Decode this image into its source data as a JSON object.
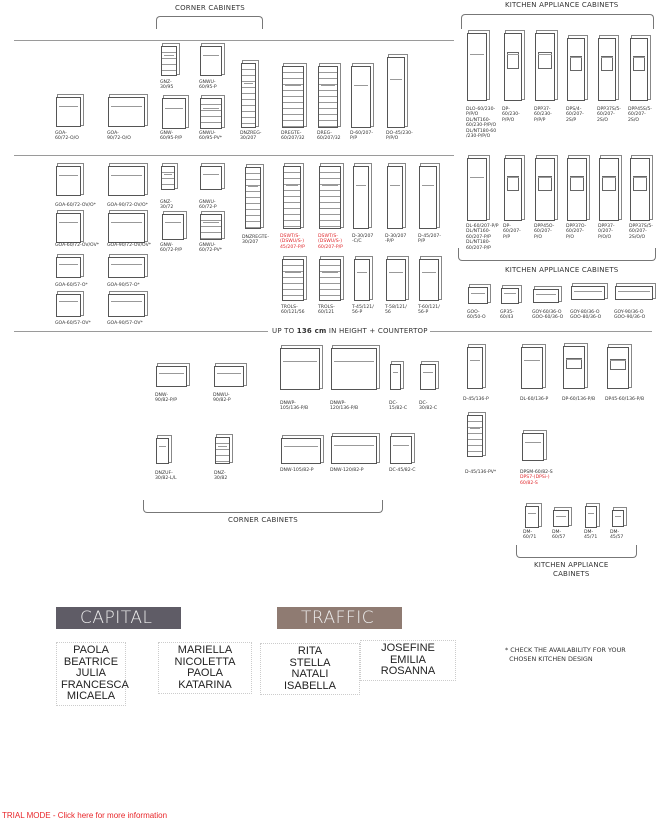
{
  "headings": {
    "corner_top": "CORNER CABINETS",
    "kitchen_top": "KITCHEN APPLIANCE CABINETS",
    "kitchen_mid": "KITCHEN APPLIANCE CABINETS",
    "height_prefix": "UP TO ",
    "height_bold": "136 cm",
    "height_suffix": " IN HEIGHT + COUNTERTOP",
    "corner_bottom": "CORNER CABINETS",
    "kitchen_bottom": "KITCHEN APPLIANCE\nCABINETS"
  },
  "items": [
    {
      "label": "GOA-\n60/72-O/O"
    },
    {
      "label": "GOA-\n90/72-O/O"
    },
    {
      "label": "GNZ-\n30/95"
    },
    {
      "label": "GNWU-\n60/95-P"
    },
    {
      "label": "GNW-\n60/95-P/P"
    },
    {
      "label": "GNWU-\n60/95-PV*"
    },
    {
      "label": "DNZREG-\n30/207"
    },
    {
      "label": "DREGTE-\n60/207/32"
    },
    {
      "label": "DREG-\n60/207/32"
    },
    {
      "label": "D-60/207-\nP/P"
    },
    {
      "label": "DO-45/230-\nP/P/O"
    },
    {
      "label": "DLO-60/230-\nP/P/O\nDL/NT160-\n60/230-P/P/O\nDL/NT180-60\n/230-P/P/O"
    },
    {
      "label": "DP-\n60/230-\nP/P/O"
    },
    {
      "label": "DPP37-\n60/230-\nP/P/P"
    },
    {
      "label": "DPS/4-\n60/207-\n2S/P"
    },
    {
      "label": "DPP37S/5-\n60/207-\n2S/O"
    },
    {
      "label": "DPP45S/5-\n60/207-\n2S/O"
    },
    {
      "label": "GOA-60/72-OV/O*"
    },
    {
      "label": "GOA-90/72-OV/O*"
    },
    {
      "label": "GNZ-\n30/72"
    },
    {
      "label": "GNWU-\n60/72-P"
    },
    {
      "label": "GOA-60/72-OV/OV*"
    },
    {
      "label": "GOA-90/72-OV/OV*"
    },
    {
      "label": "GNW-\n60/72-P/P"
    },
    {
      "label": "GNWU-\n60/72-PV*"
    },
    {
      "label": "DNZREGTE-\n30/207"
    },
    {
      "label": "DSWT/S-\n(DSWU/S-)\n45/207-P/P",
      "red": true
    },
    {
      "label": "DSWT/S-\n(DSWU/S-)\n60/207-P/P",
      "red": true
    },
    {
      "label": "D-30/207\n-C/C"
    },
    {
      "label": "D-30/207\n-P/P"
    },
    {
      "label": "D-45/207-\nP/P"
    },
    {
      "label": "GOA-60/57-O*"
    },
    {
      "label": "GOA-90/57-O*"
    },
    {
      "label": "GOA-60/57-OV*"
    },
    {
      "label": "GOA-90/57-OV*"
    },
    {
      "label": "TROLS-\n60/121/56"
    },
    {
      "label": "TROLS-\n60/121"
    },
    {
      "label": "T-45/121/\n56-P"
    },
    {
      "label": "T-58/121/\n56"
    },
    {
      "label": "T-60/121/\n56-P"
    },
    {
      "label": "DL-60/207-P/P\nDL/NT160-\n60/207-P/P\nDL/NT180-\n60/207-P/P"
    },
    {
      "label": "DP-\n60/207-\nP/P"
    },
    {
      "label": "DPP45O-\n60/207-\nP/O"
    },
    {
      "label": "DPP37O-\n60/207-\nP/O"
    },
    {
      "label": "DPP37-\n0/207-\nP/O/O"
    },
    {
      "label": "DPP37S/5-\n60/207-\n2S/O/O"
    },
    {
      "label": "GOO-\n60/50-O"
    },
    {
      "label": "GP35-\n60/43"
    },
    {
      "label": "GOY-60/36-O\nGOO-60/36-O"
    },
    {
      "label": "GOY-80/36-O\nGOO-80/36-O"
    },
    {
      "label": "GOY-90/36-O\nGOO-90/36-O"
    },
    {
      "label": "DNW-\n90/82-P/P"
    },
    {
      "label": "DNWU-\n90/82-P"
    },
    {
      "label": "DNWP-\n105/136-P/B"
    },
    {
      "label": "DNWP-\n120/136-P/B"
    },
    {
      "label": "DC-\n15/82-C"
    },
    {
      "label": "DC-\n30/82-C"
    },
    {
      "label": "DNZUF-\n30/82-L/L"
    },
    {
      "label": "DNZ-\n30/82"
    },
    {
      "label": "DNW-105/82-P"
    },
    {
      "label": "DNW-120/82-P"
    },
    {
      "label": "DC-45/82-C"
    },
    {
      "label": "D-45/136-P"
    },
    {
      "label": "DL-60/136-P"
    },
    {
      "label": "DP-60/136-P/B"
    },
    {
      "label": "DP45-60/136-P/B"
    },
    {
      "label": "D-45/136-PV*"
    },
    {
      "label": "DPSM-60/82-S",
      "extra": "DPS7-(DPSi-)\n60/82-S"
    },
    {
      "label": "DM-\n60/71"
    },
    {
      "label": "DM-\n60/57"
    },
    {
      "label": "DM-\n45/71"
    },
    {
      "label": "DM-\n45/57"
    }
  ],
  "collections": {
    "capital": {
      "title": "CAPITAL",
      "color": "#5f5c66"
    },
    "traffic": {
      "title": "TRAFFIC",
      "color": "#8f7b72"
    },
    "columns": [
      [
        "PAOLA",
        "BEATRICE",
        "JULIA",
        "FRANCESCA",
        "MICAELA"
      ],
      [
        "MARIELLA",
        "NICOLETTA",
        "PAOLA",
        "KATARINA"
      ],
      [
        "RITA",
        "STELLA",
        "NATALI",
        "ISABELLA"
      ],
      [
        "JOSEFINE",
        "EMILIA",
        "ROSANNA"
      ]
    ]
  },
  "note": "* CHECK THE AVAILABILITY FOR YOUR\n  CHOSEN KITCHEN DESIGN",
  "trial": "TRIAL MODE - Click here for more information"
}
